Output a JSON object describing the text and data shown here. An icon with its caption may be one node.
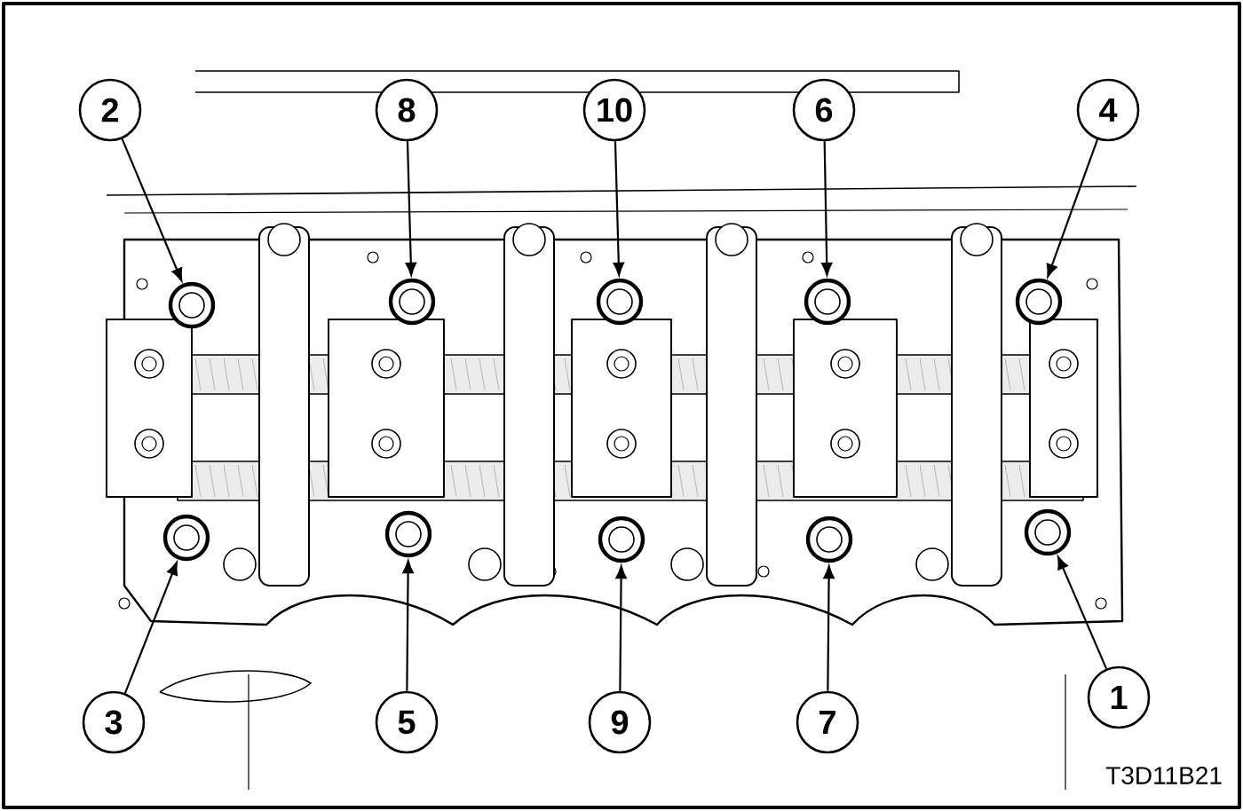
{
  "diagram": {
    "nodes": [
      {
        "text": [
          "2"
        ]
      },
      {
        "text": [
          "8"
        ]
      },
      {
        "text": [
          "10"
        ]
      },
      {
        "text": [
          "6"
        ]
      },
      {
        "text": [
          "4"
        ]
      },
      {
        "text": [
          "3"
        ]
      },
      {
        "text": [
          "5"
        ]
      },
      {
        "text": [
          "9"
        ]
      },
      {
        "text": [
          "7"
        ]
      },
      {
        "text": [
          "1"
        ]
      },
      {
        "text": [],
        "shape": "circle"
      },
      {
        "text": [],
        "shape": "circle"
      },
      {
        "text": [],
        "shape": "circle"
      },
      {
        "text": [],
        "shape": "circle"
      },
      {
        "text": [],
        "shape": "circle"
      },
      {
        "text": [],
        "shape": "circle"
      },
      {
        "text": [],
        "shape": "circle"
      },
      {
        "text": [],
        "shape": "circle"
      },
      {
        "text": [],
        "shape": "circle"
      },
      {
        "text": [],
        "shape": "circle"
      }
    ],
    "edges": [
      {
        "from": 0,
        "to": 10,
        "arrow": "to"
      },
      {
        "from": 1,
        "to": 11,
        "arrow": "to"
      },
      {
        "from": 2,
        "to": 12,
        "arrow": "to"
      },
      {
        "from": 3,
        "to": 13,
        "arrow": "to"
      },
      {
        "from": 4,
        "to": 14,
        "arrow": "to"
      },
      {
        "from": 5,
        "to": 15,
        "arrow": "to"
      },
      {
        "from": 6,
        "to": 16,
        "arrow": "to"
      },
      {
        "from": 7,
        "to": 17,
        "arrow": "to"
      },
      {
        "from": 8,
        "to": 18,
        "arrow": "to"
      },
      {
        "from": 9,
        "to": 19,
        "arrow": "to"
      }
    ],
    "labels": [
      "T3D11B21"
    ]
  }
}
